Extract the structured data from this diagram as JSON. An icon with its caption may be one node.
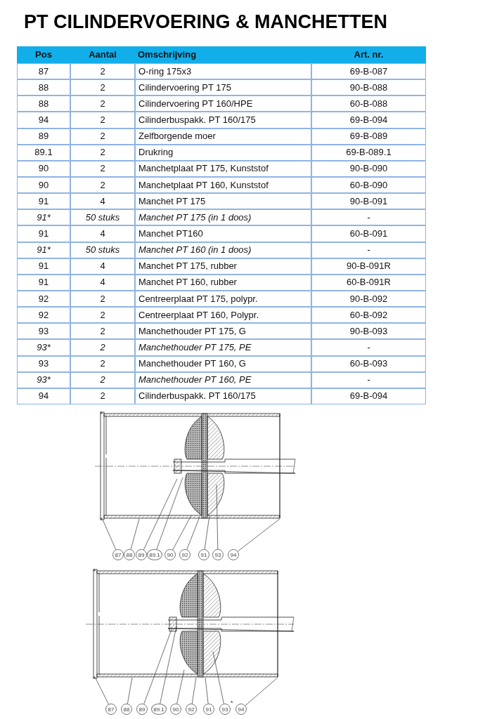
{
  "diagram": {
    "title": "PT CILINDERVOERING & MANCHETTEN",
    "nodes": [
      {
        "text": [
          "87"
        ]
      },
      {
        "text": [
          "88"
        ]
      },
      {
        "text": [
          "89"
        ]
      },
      {
        "text": [
          "89.1"
        ]
      },
      {
        "text": [
          "90"
        ]
      },
      {
        "text": [
          "92"
        ]
      },
      {
        "text": [
          "91"
        ]
      },
      {
        "text": [
          "93"
        ]
      },
      {
        "text": [
          "94"
        ]
      },
      {
        "text": [
          "87"
        ]
      },
      {
        "text": [
          "88"
        ]
      },
      {
        "text": [
          "89"
        ]
      },
      {
        "text": [
          "89.1"
        ]
      },
      {
        "text": [
          "90"
        ]
      },
      {
        "text": [
          "92"
        ]
      },
      {
        "text": [
          "91"
        ]
      },
      {
        "text": [
          "93"
        ],
        "beside": [
          "*"
        ]
      },
      {
        "text": [
          "94"
        ]
      },
      {
        "text": [],
        "shape": "picture"
      },
      {
        "text": [],
        "shape": "picture"
      }
    ],
    "edges": [
      {
        "from": 0,
        "to": 18,
        "arrow": "none"
      },
      {
        "from": 1,
        "to": 18,
        "arrow": "none"
      },
      {
        "from": 2,
        "to": 18,
        "arrow": "none"
      },
      {
        "from": 3,
        "to": 18,
        "arrow": "none"
      },
      {
        "from": 4,
        "to": 18,
        "arrow": "none"
      },
      {
        "from": 5,
        "to": 18,
        "arrow": "none"
      },
      {
        "from": 6,
        "to": 18,
        "arrow": "none"
      },
      {
        "from": 7,
        "to": 18,
        "arrow": "none"
      },
      {
        "from": 8,
        "to": 18,
        "arrow": "none"
      },
      {
        "from": 9,
        "to": 19,
        "arrow": "none"
      },
      {
        "from": 10,
        "to": 19,
        "arrow": "none"
      },
      {
        "from": 11,
        "to": 19,
        "arrow": "none"
      },
      {
        "from": 12,
        "to": 19,
        "arrow": "none"
      },
      {
        "from": 13,
        "to": 19,
        "arrow": "none"
      },
      {
        "from": 14,
        "to": 19,
        "arrow": "none"
      },
      {
        "from": 15,
        "to": 19,
        "arrow": "none"
      },
      {
        "from": 16,
        "to": 19,
        "arrow": "none"
      },
      {
        "from": 17,
        "to": 19,
        "arrow": "none"
      }
    ],
    "labels": [
      "Pos",
      "Aantal",
      "Omschrijving",
      "Art. nr.",
      "87",
      "2",
      "O-ring 175x3",
      "69-B-087",
      "88",
      "2",
      "Cilindervoering PT 175",
      "90-B-088",
      "88",
      "2",
      "Cilindervoering PT 160/HPE",
      "60-B-088",
      "94",
      "2",
      "Cilinderbuspakk. PT 160/175",
      "69-B-094",
      "89",
      "2",
      "Zelfborgende moer",
      "69-B-089",
      "89.1",
      "2",
      "Drukring",
      "69-B-089.1",
      "90",
      "2",
      "Manchetplaat PT 175, Kunststof",
      "90-B-090",
      "90",
      "2",
      "Manchetplaat PT 160, Kunststof",
      "60-B-090",
      "91",
      "4",
      "Manchet PT 175",
      "90-B-091",
      "91*",
      "50 stuks",
      "Manchet PT 175 (in 1 doos)",
      "-",
      "91",
      "4",
      "Manchet PT160",
      "60-B-091",
      "91*",
      "50 stuks",
      "Manchet PT 160 (in 1 doos)",
      "-",
      "91",
      "4",
      "Manchet PT 175, rubber",
      "90-B-091R",
      "91",
      "4",
      "Manchet PT 160, rubber",
      "60-B-091R",
      "92",
      "2",
      "Centreerplaat PT 175, polypr.",
      "90-B-092",
      "92",
      "2",
      "Centreerplaat PT 160, Polypr.",
      "60-B-092",
      "93",
      "2",
      "Manchethouder PT 175, G",
      "90-B-093",
      "93*",
      "2",
      "Manchethouder PT 175, PE",
      "-",
      "93",
      "2",
      "Manchethouder PT 160, G",
      "60-B-093",
      "93*",
      "2",
      "Manchethouder PT 160, PE",
      "-",
      "94",
      "2",
      "Cilinderbuspakk. PT 160/175",
      "69-B-094"
    ]
  }
}
